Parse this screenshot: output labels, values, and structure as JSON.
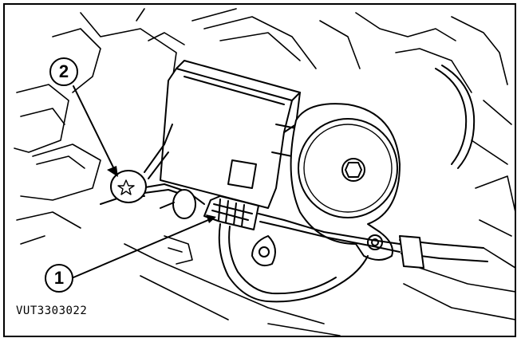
{
  "figure": {
    "reference_code": "VUT3303022",
    "callouts": [
      {
        "id": "callout-1",
        "label": "1"
      },
      {
        "id": "callout-2",
        "label": "2"
      }
    ]
  }
}
